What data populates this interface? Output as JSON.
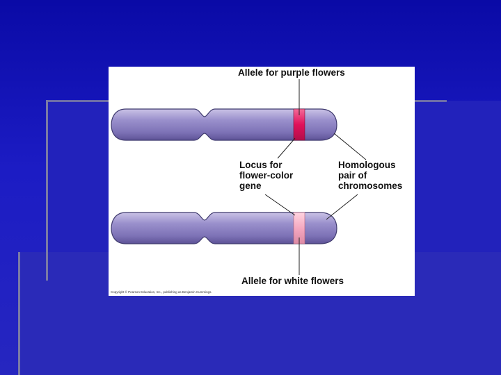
{
  "diagram": {
    "labels": {
      "allele_purple": "Allele for purple flowers",
      "locus": [
        "Locus for",
        "flower-color",
        "gene"
      ],
      "homologous": [
        "Homologous",
        "pair of",
        "chromosomes"
      ],
      "allele_white": "Allele for white flowers"
    },
    "copyright": "Copyright © Pearson Education, Inc., publishing as Benjamin Cummings."
  },
  "colors": {
    "background": "#1414b4",
    "chromosome": "#8f84c4",
    "purple_allele_band": "#e0105a",
    "white_allele_band": "#f5a8c0"
  }
}
